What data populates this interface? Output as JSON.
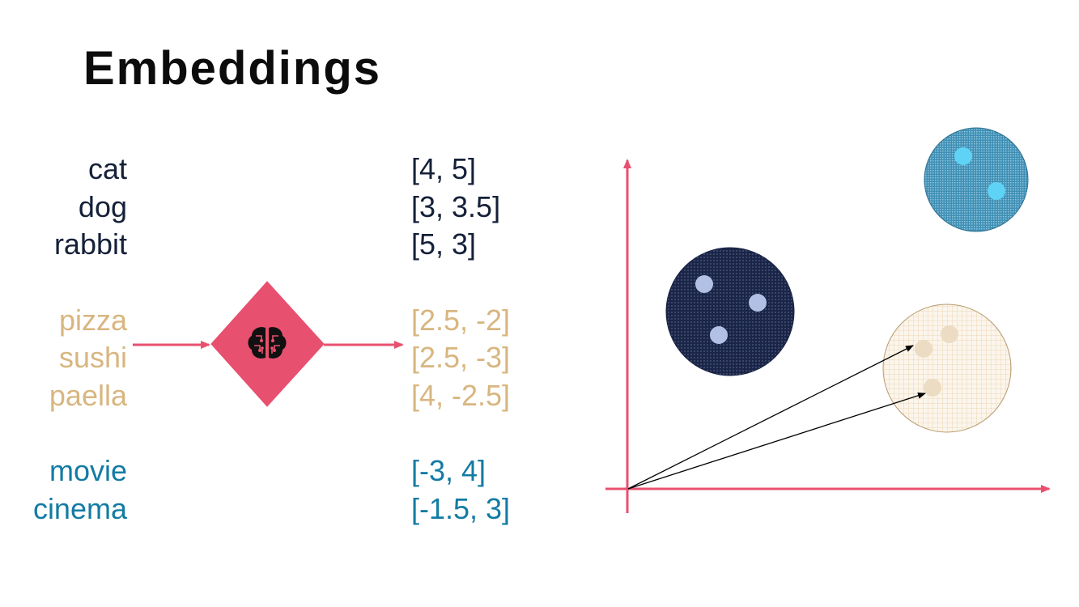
{
  "title": "Embeddings",
  "words": {
    "animals": [
      "cat",
      "dog",
      "rabbit"
    ],
    "foods": [
      "pizza",
      "sushi",
      "paella"
    ],
    "media": [
      "movie",
      "cinema"
    ]
  },
  "vectors": {
    "animals": [
      "[4, 5]",
      "[3, 3.5]",
      "[5, 3]"
    ],
    "foods": [
      "[2.5, -2]",
      "[2.5, -3]",
      "[4, -2.5]"
    ],
    "media": [
      "[-3, 4]",
      "[-1.5, 3]"
    ]
  },
  "icons": {
    "model": "brain-circuit-icon"
  },
  "colors": {
    "accent": "#e8506f",
    "animals": "#152039",
    "foods": "#d8b680",
    "media": "#137ba4",
    "animal_cluster_fill": "#1a2547",
    "animal_points": "#b3c0e6",
    "media_cluster_fill": "#3f8fb4",
    "media_points": "#5fd3f5",
    "food_cluster_fill": "#f6ebdc",
    "food_points": "#ecdcc4"
  }
}
